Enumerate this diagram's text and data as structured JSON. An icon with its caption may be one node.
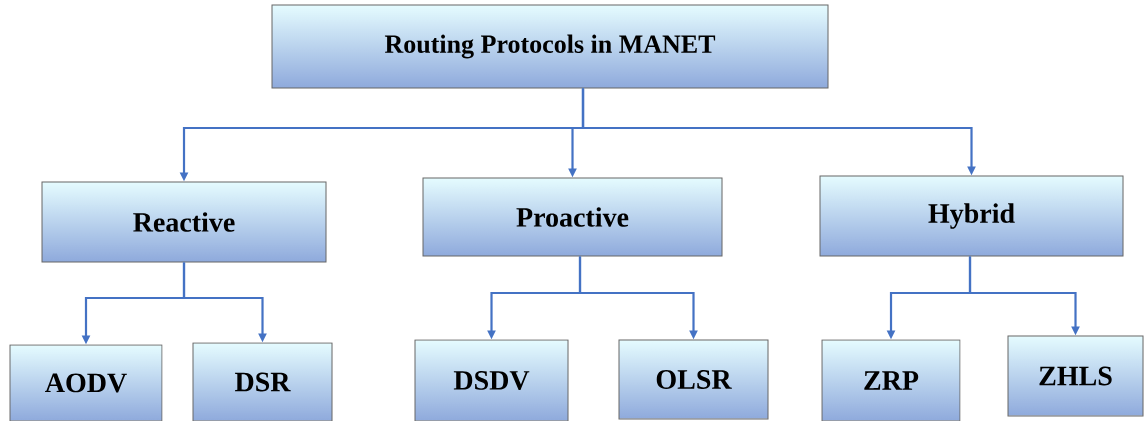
{
  "diagram": {
    "nodes": [
      {
        "text": [
          "Routing Protocols in MANET"
        ]
      },
      {
        "text": [
          "Reactive"
        ]
      },
      {
        "text": [
          "Proactive"
        ]
      },
      {
        "text": [
          "Hybrid"
        ]
      },
      {
        "text": [
          "AODV"
        ]
      },
      {
        "text": [
          "DSR"
        ]
      },
      {
        "text": [
          "DSDV"
        ]
      },
      {
        "text": [
          "OLSR"
        ]
      },
      {
        "text": [
          "ZRP"
        ]
      },
      {
        "text": [
          "ZHLS"
        ]
      }
    ],
    "edges": [
      {
        "from": 0,
        "to": 1,
        "arrow": "to"
      },
      {
        "from": 0,
        "to": 2,
        "arrow": "to"
      },
      {
        "from": 0,
        "to": 3,
        "arrow": "to"
      },
      {
        "from": 1,
        "to": 4,
        "arrow": "to"
      },
      {
        "from": 1,
        "to": 5,
        "arrow": "to"
      },
      {
        "from": 2,
        "to": 6,
        "arrow": "to"
      },
      {
        "from": 2,
        "to": 7,
        "arrow": "to"
      },
      {
        "from": 3,
        "to": 8,
        "arrow": "to"
      },
      {
        "from": 3,
        "to": 9,
        "arrow": "to"
      }
    ]
  }
}
